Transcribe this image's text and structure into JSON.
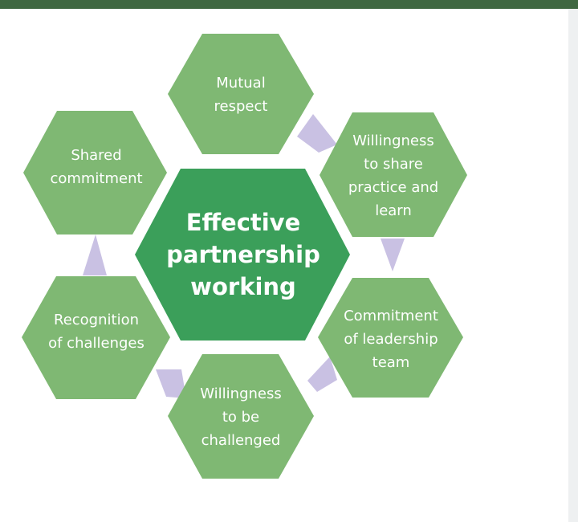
{
  "colors": {
    "header_bar": "#3f6741",
    "outer_hexagon": "#7fb873",
    "center_hexagon": "#3b9f5a",
    "connector": "#c9c1e3",
    "text": "#ffffff"
  },
  "diagram": {
    "center": {
      "label": "Effective\npartnership\nworking"
    },
    "nodes": [
      {
        "id": "mutual-respect",
        "label": "Mutual\nrespect"
      },
      {
        "id": "willingness-share",
        "label": "Willingness\nto share\npractice and\nlearn"
      },
      {
        "id": "commitment-leadership",
        "label": "Commitment\nof leadership\nteam"
      },
      {
        "id": "willingness-challenged",
        "label": "Willingness\nto be\nchallenged"
      },
      {
        "id": "recognition-challenges",
        "label": "Recognition\nof challenges"
      },
      {
        "id": "shared-commitment",
        "label": "Shared\ncommitment"
      }
    ]
  }
}
